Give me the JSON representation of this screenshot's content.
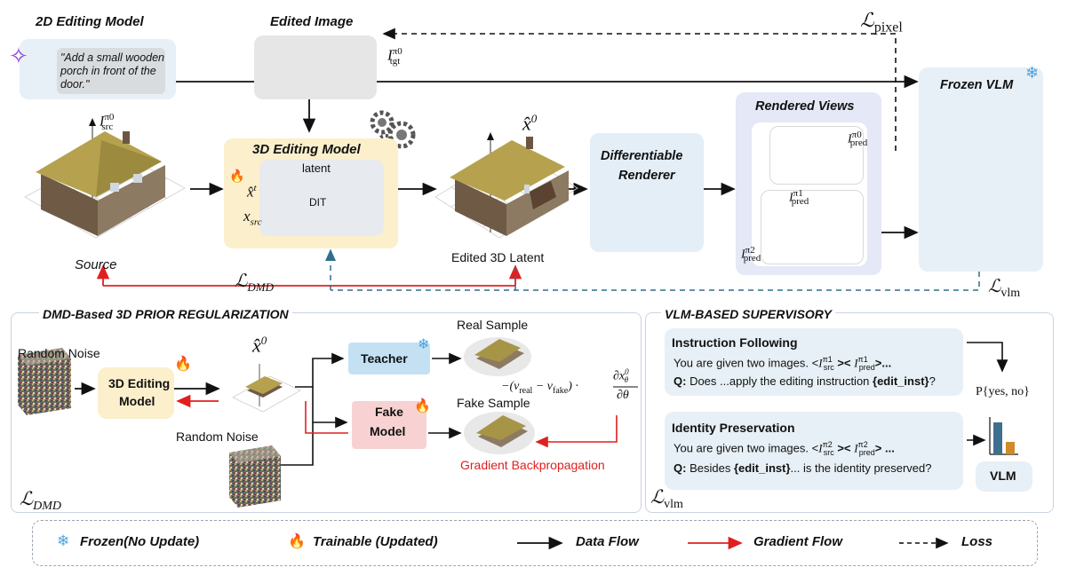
{
  "top": {
    "editing2d_title": "2D Editing Model",
    "prompt": "\"Add a small wooden porch in front of the door.\"",
    "edited_image_title": "Edited Image",
    "i_tgt_label": "I",
    "i_tgt_sup": "π0",
    "i_tgt_sub": "tgt",
    "l_pixel_main": "ℒ",
    "l_pixel_sub": "pixel",
    "source_label": "Source",
    "i_src_label": "I",
    "i_src_sup": "π0",
    "i_src_sub": "src",
    "editing3d_title": "3D Editing Model",
    "latent_label": "latent",
    "x_hat_t": "x̂",
    "x_hat_t_sup": "t",
    "x_src": "x",
    "x_src_sub": "src",
    "dit_label": "DIT",
    "x_hat_0": "x̂",
    "x_hat_0_sup": "0",
    "edited_latent_label": "Edited 3D Latent",
    "renderer_title_1": "Differentiable",
    "renderer_title_2": "Renderer",
    "rendered_title": "Rendered Views",
    "pred0_sup": "π0",
    "pred1_sup": "π1",
    "pred2_sup": "π2",
    "pred_sub": "pred",
    "pred_main": "I",
    "vlm_title": "Frozen VLM",
    "l_dmd_main": "ℒ",
    "l_dmd_sub": "DMD",
    "l_vlm_main": "ℒ",
    "l_vlm_sub": "vlm"
  },
  "dmd": {
    "title": "DMD-Based 3D PRIOR REGULARIZATION",
    "random_noise_1": "Random Noise",
    "random_noise_2": "Random Noise",
    "editing_model_1": "3D Editing",
    "editing_model_2": "Model",
    "x_hat": "x̂",
    "x_hat_sup": "0",
    "teacher": "Teacher",
    "fake_1": "Fake",
    "fake_2": "Model",
    "real_sample": "Real Sample",
    "fake_sample": "Fake Sample",
    "formula": "−(v",
    "formula_real": "real",
    "formula_mid": " − v",
    "formula_fake": "fake",
    "formula_end": ") ·",
    "frac_num": "∂x",
    "frac_num_sup": "0",
    "frac_num_sub": "θ",
    "frac_den": "∂θ",
    "gradient_bp": "Gradient Backpropagation",
    "loss_main": "ℒ",
    "loss_sub": "DMD"
  },
  "vlm": {
    "title": "VLM-BASED SUPERVISORY",
    "if_title": "Instruction Following",
    "if_line_pre": "You are given two images. <",
    "if_src_sup": "π1",
    "if_pred_sup": "π1",
    "if_line_post": ">...",
    "if_q_prefix": "Q:",
    "if_q_text": " Does ...apply the editing instruction ",
    "if_q_inst": "{edit_inst}",
    "if_q_end": "?",
    "p_yes_no": "P{yes, no}",
    "ip_title": "Identity Preservation",
    "ip_line_pre": "You are given two images. <",
    "ip_src_sup": "π2",
    "ip_pred_sup": "π2",
    "ip_line_post": "> ...",
    "ip_q_prefix": "Q:",
    "ip_q_text": " Besides ",
    "ip_q_inst": "{edit_inst}",
    "ip_q_end": "... is the identity preserved?",
    "vlm_box": "VLM",
    "loss_main": "ℒ",
    "loss_sub": "vlm",
    "src_main": "I",
    "src_sub": "src",
    "pred_sub": "pred"
  },
  "legend": {
    "frozen": "Frozen(No Update)",
    "trainable": "Trainable (Updated)",
    "data_flow": "Data Flow",
    "gradient_flow": "Gradient Flow",
    "loss": "Loss"
  },
  "colors": {
    "panel_blue": "#e7f0f6",
    "editing_yellow": "#fbefcc",
    "teacher_blue": "#c4e1f4",
    "fake_pink": "#f8d2d2",
    "gradient_red": "#e02020",
    "dashed_teal": "#2e6f8e",
    "flame": "#ee6a1a",
    "snow": "#4aa3e0"
  }
}
